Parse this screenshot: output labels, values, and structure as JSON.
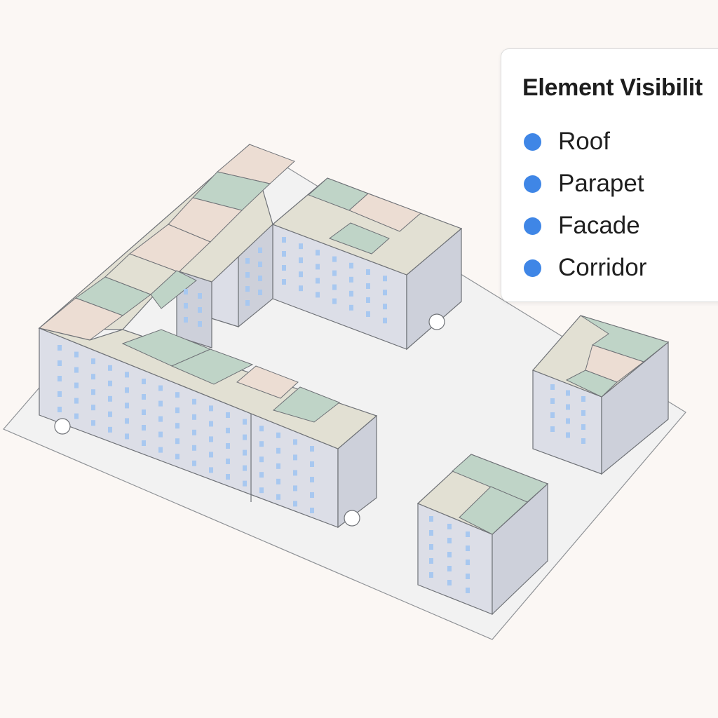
{
  "panel": {
    "title": "Element Visibilit",
    "items": [
      {
        "label": "Roof",
        "visible": true
      },
      {
        "label": "Parapet",
        "visible": true
      },
      {
        "label": "Facade",
        "visible": true
      },
      {
        "label": "Corridor",
        "visible": true
      }
    ]
  },
  "colors": {
    "background": "#fbf7f4",
    "ground": "#f2f2f2",
    "facade_front": "#dcdee7",
    "facade_side": "#cdd0da",
    "window": "#a8c8f0",
    "roof_pink": "#ecddd3",
    "roof_green": "#bfd4c7",
    "roof_beige": "#e2e0d3",
    "edge": "#6f7277",
    "toggle_dot": "#3f86e6"
  }
}
